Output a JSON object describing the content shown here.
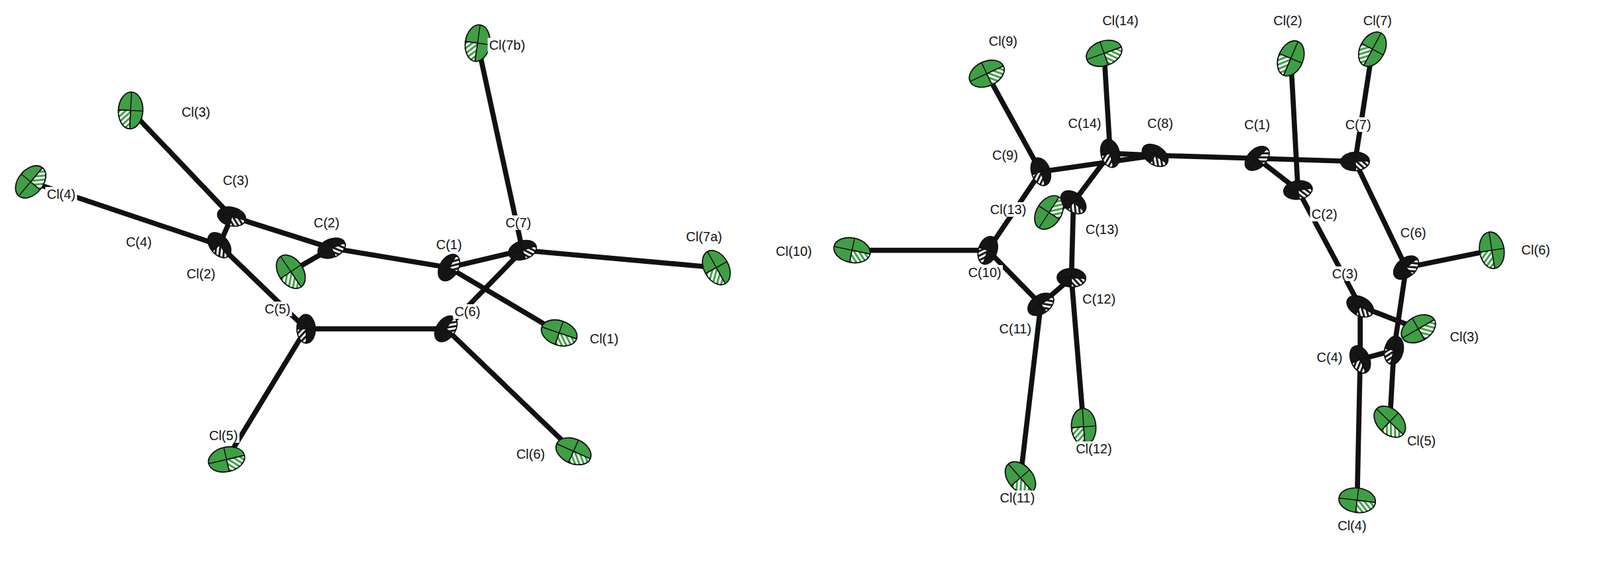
{
  "diagram": {
    "labels": [
      "Cl(7b)",
      "Cl(3)",
      "C(3)",
      "Cl(4)",
      "C(2)",
      "C(7)",
      "C(1)",
      "Cl(7a)",
      "C(4)",
      "Cl(2)",
      "C(5)",
      "C(6)",
      "Cl(1)",
      "Cl(5)",
      "Cl(6)",
      "Cl(9)",
      "Cl(14)",
      "Cl(2)",
      "Cl(7)",
      "C(14)",
      "C(8)",
      "C(1)",
      "C(7)",
      "C(9)",
      "Cl(13)",
      "C(13)",
      "C(2)",
      "C(6)",
      "Cl(6)",
      "Cl(10)",
      "C(10)",
      "C(12)",
      "C(3)",
      "Cl(3)",
      "C(11)",
      "C(4)",
      "Cl(5)",
      "Cl(12)",
      "Cl(11)",
      "Cl(4)"
    ]
  }
}
